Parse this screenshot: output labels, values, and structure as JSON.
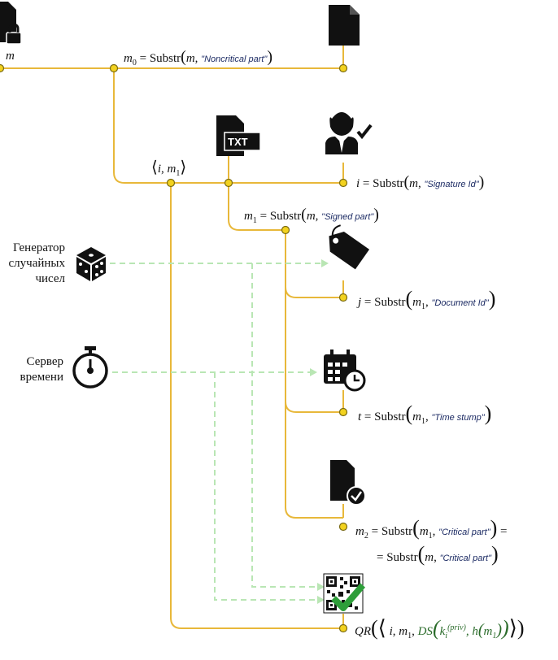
{
  "colors": {
    "wire": "#e8b83a",
    "node": "#f2d21f",
    "node_stroke": "#7a6a10",
    "dashed": "#b9e6b4",
    "string": "#1b2a63",
    "ds": "#2a6b2a"
  },
  "labels": {
    "m": "m",
    "m0_lhs": "m",
    "m0_sub": "0",
    "substr": "Substr",
    "noncritical": "\"Noncritical part\"",
    "pair_i": "i",
    "pair_m": "m",
    "pair_sub": "1",
    "i_lhs": "i",
    "signature_id": "\"Signature Id\"",
    "m1_lhs": "m",
    "m1_sub": "1",
    "signed_part": "\"Signed part\"",
    "j_lhs": "j",
    "document_id": "\"Document Id\"",
    "t_lhs": "t",
    "time_stump": "\"Time stump\"",
    "m2_lhs": "m",
    "m2_sub": "2",
    "critical_part": "\"Critical part\"",
    "qr": "QR",
    "ds": "DS",
    "k": "k",
    "k_sub": "i",
    "k_sup": "(priv)",
    "h": "h",
    "txt": "TXT",
    "m_arg": "m",
    "m1_arg": "m",
    "one": "1",
    "eq": "=",
    "comma": ","
  },
  "sources": {
    "rng_line1": "Генератор",
    "rng_line2": "случайных",
    "rng_line3": "чисел",
    "time_line1": "Сервер",
    "time_line2": "времени"
  },
  "icons": {
    "locked_doc": "locked-document-icon",
    "doc": "document-icon",
    "txt": "txt-file-icon",
    "signer": "signer-user-check-icon",
    "tag": "tag-icon",
    "calendar": "calendar-clock-icon",
    "doc_check": "document-check-icon",
    "qr": "qr-code-check-icon",
    "dice": "dice-icon",
    "stopwatch": "stopwatch-icon"
  }
}
